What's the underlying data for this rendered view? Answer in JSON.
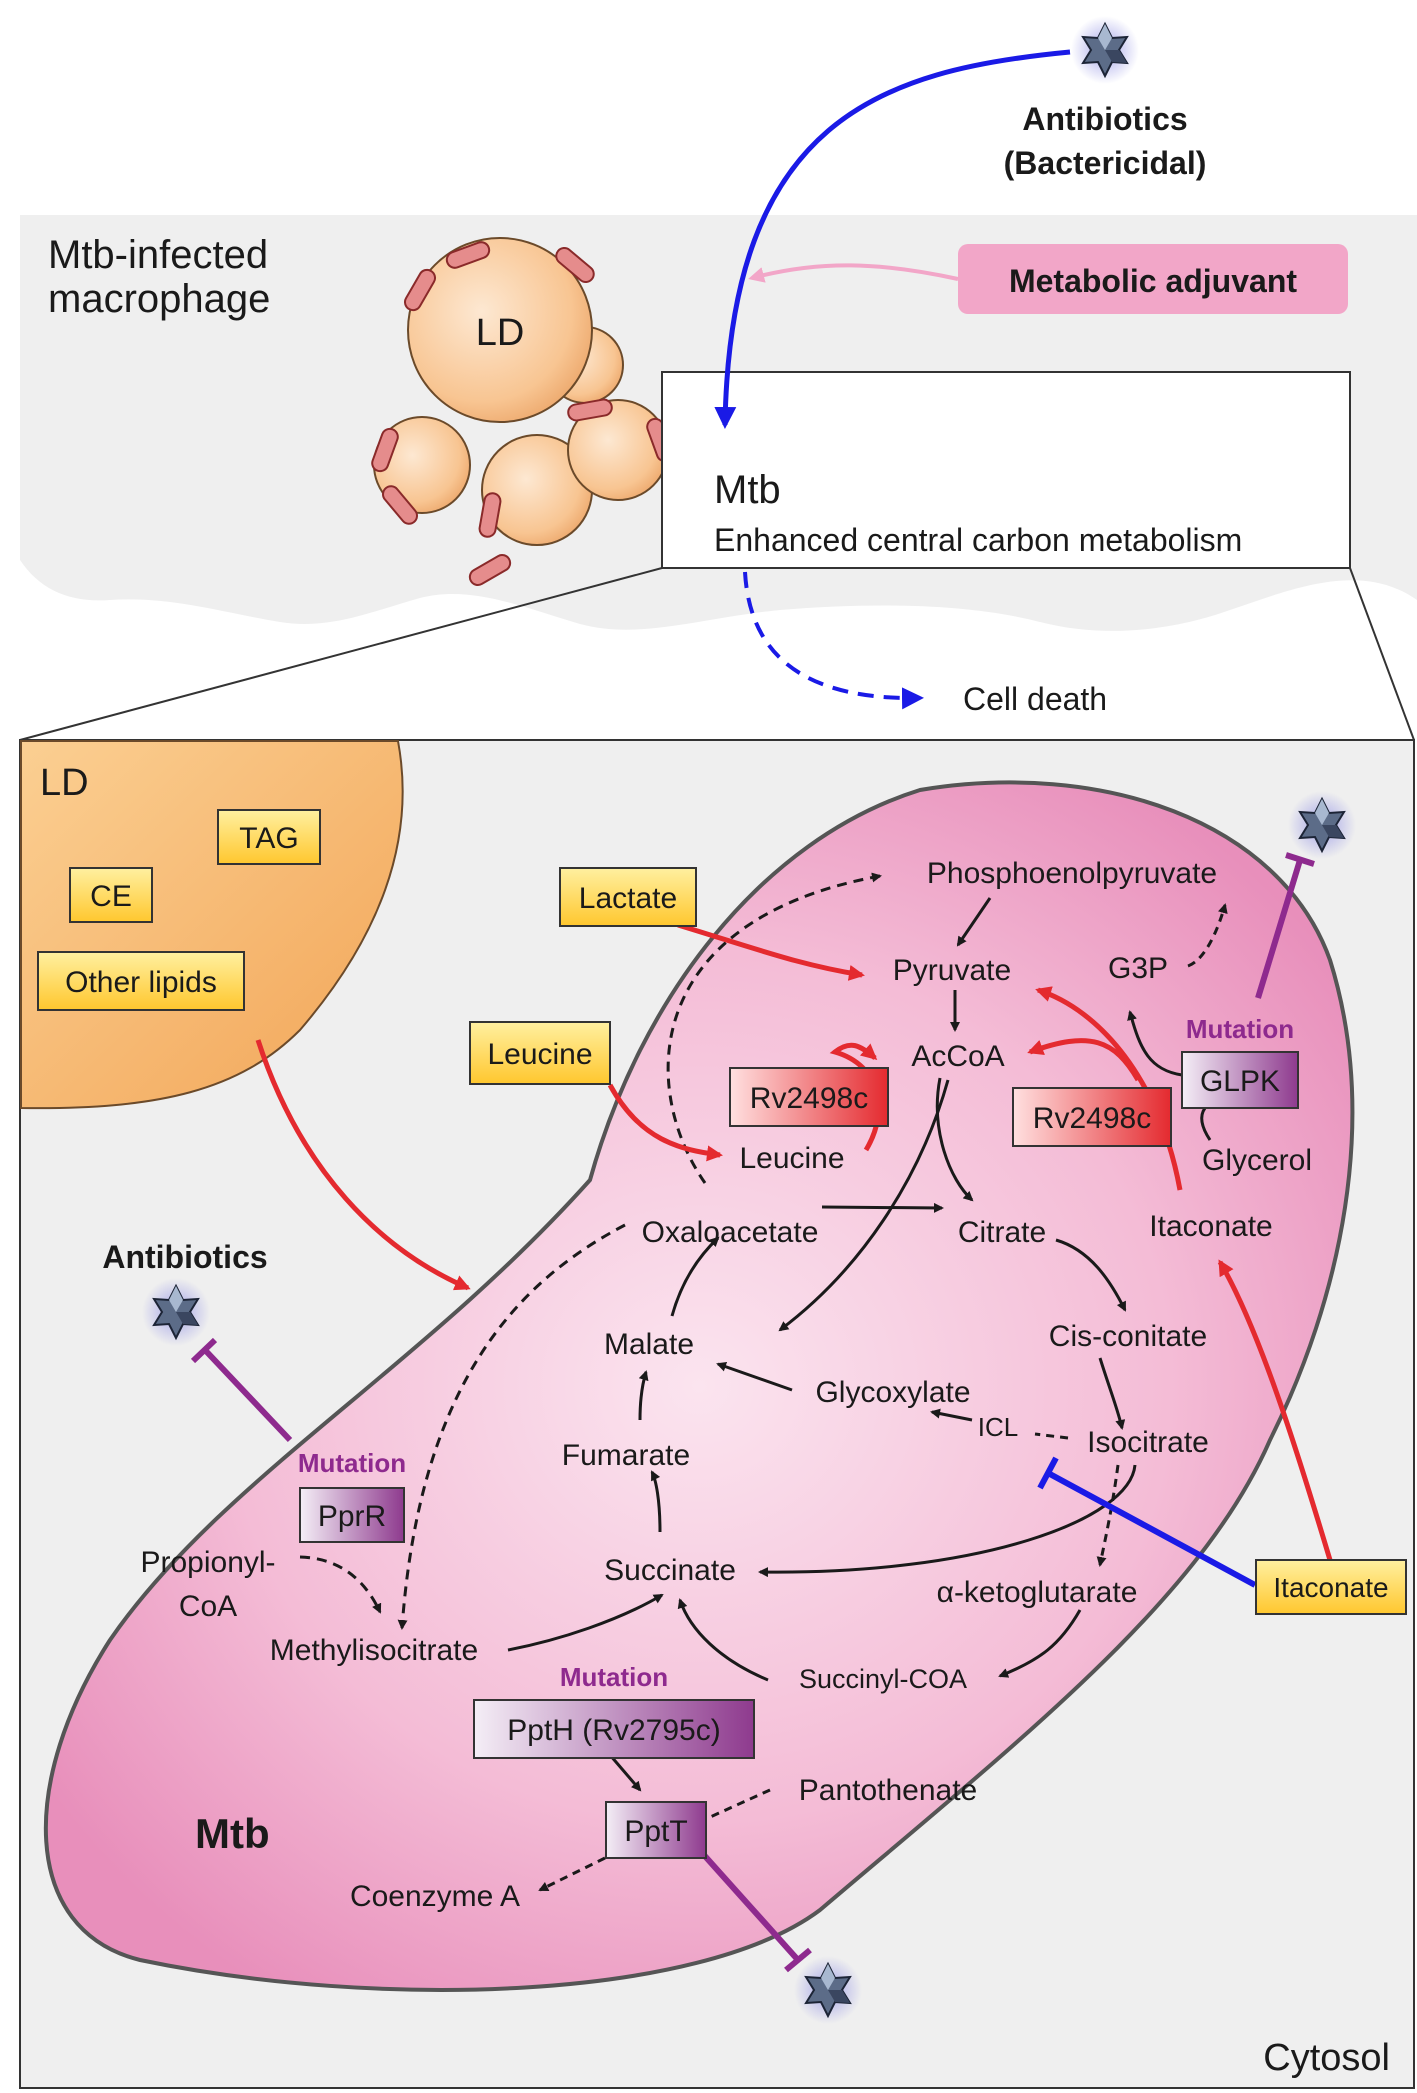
{
  "top": {
    "antibiotics_line1": "Antibiotics",
    "antibiotics_line2": "(Bactericidal)",
    "macrophage_line1": "Mtb-infected",
    "macrophage_line2": "macrophage",
    "ld_label": "LD",
    "metabolic_adjuvant": "Metabolic adjuvant",
    "mtb_label": "Mtb",
    "mtb_subtitle": "Enhanced central carbon metabolism",
    "cell_death": "Cell death"
  },
  "panel": {
    "ld_label": "LD",
    "lipids": [
      "TAG",
      "CE",
      "Other lipids"
    ],
    "cytosol": "Cytosol",
    "mtb_label": "Mtb",
    "antibiotics_left": "Antibiotics"
  },
  "substrates": {
    "lactate": "Lactate",
    "leucine": "Leucine",
    "itaconate_box": "Itaconate"
  },
  "enzymes": {
    "rv2498c_left": "Rv2498c",
    "rv2498c_right": "Rv2498c",
    "glpk": "GLPK",
    "pprr": "PprR",
    "ppth": "PptH (Rv2795c)",
    "pptt": "PptT"
  },
  "mutation_labels": {
    "glpk": "Mutation",
    "pprr": "Mutation",
    "ppth": "Mutation"
  },
  "metabolites": {
    "pep": "Phosphoenolpyruvate",
    "pyruvate": "Pyruvate",
    "g3p": "G3P",
    "accoa": "AcCoA",
    "leucine_inner": "Leucine",
    "glycerol": "Glycerol",
    "oxaloacetate": "Oxaloacetate",
    "citrate": "Citrate",
    "itaconate": "Itaconate",
    "cis_aconitate": "Cis-conitate",
    "malate": "Malate",
    "glyoxylate": "Glycoxylate",
    "icl": "ICL",
    "isocitrate": "Isocitrate",
    "fumarate": "Fumarate",
    "propionyl_1": "Propionyl-",
    "propionyl_2": "CoA",
    "succinate": "Succinate",
    "akg": "α-ketoglutarate",
    "methylisocitrate": "Methylisocitrate",
    "succinyl_coa": "Succinyl-COA",
    "pantothenate": "Pantothenate",
    "coenzyme_a": "Coenzyme A"
  },
  "colors": {
    "activation_red": "#e42a2f",
    "antibiotic_blue": "#1a1ae6",
    "inhibition_purple": "#8e2a8e",
    "substrate_yellow": "#ffd24a",
    "adjuvant_pink": "#f2a6c8"
  }
}
